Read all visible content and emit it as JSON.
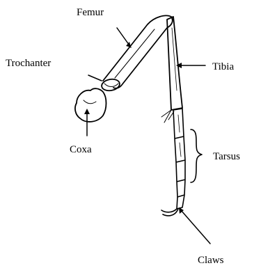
{
  "diagram": {
    "labels": {
      "femur": "Femur",
      "trochanter": "Trochanter",
      "coxa": "Coxa",
      "tibia": "Tibia",
      "tarsus": "Tarsus",
      "claws": "Claws"
    },
    "colors": {
      "ink": "#000000",
      "background": "#ffffff"
    }
  }
}
